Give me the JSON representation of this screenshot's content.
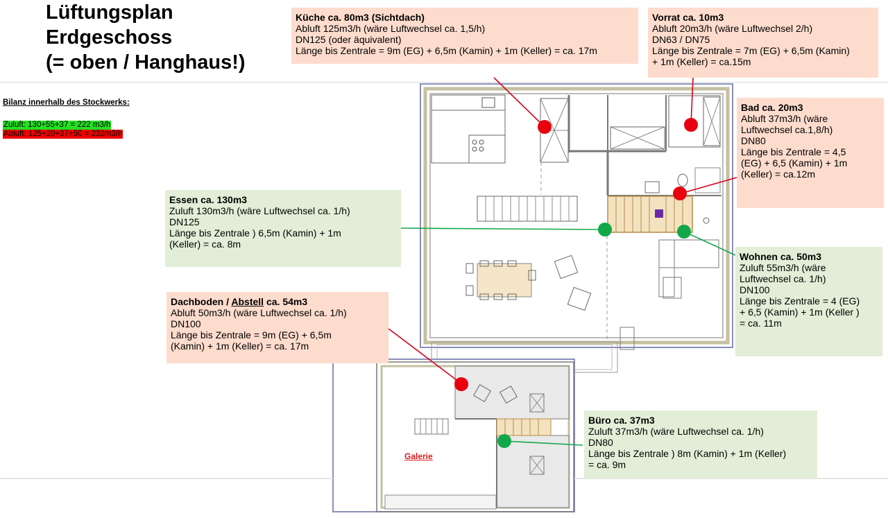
{
  "title": {
    "line1": "Lüftungsplan",
    "line2": "Erdgeschoss",
    "line3": "(= oben / Hanghaus!)"
  },
  "bilanz": {
    "heading": "Bilanz innerhalb des Stockwerks:",
    "zuluft": "Zuluft: 130+55+37 = 222 m3/h",
    "abluft": "Abluft: 125+20+37+50 = 232m3/h"
  },
  "rooms": {
    "kueche": {
      "heading": "Küche ca. 80m3 (Sichtdach)",
      "lines": [
        "Abluft 125m3/h (wäre Luftwechsel ca. 1,5/h)",
        "DN125 (oder äquivalent)",
        "Länge bis Zentrale = 9m (EG) + 6,5m (Kamin) + 1m (Keller) = ca. 17m"
      ]
    },
    "vorrat": {
      "heading": "Vorrat ca. 10m3",
      "lines": [
        "Abluft 20m3/h (wäre Luftwechsel 2/h)",
        "DN63 / DN75",
        "Länge bis Zentrale = 7m (EG) + 6,5m (Kamin)",
        "+ 1m (Keller) = ca.15m"
      ]
    },
    "bad": {
      "heading": "Bad ca. 20m3",
      "lines": [
        "Abluft 37m3/h (wäre",
        "Luftwechsel ca.1,8/h)",
        "DN80",
        "Länge bis Zentrale = 4,5",
        "(EG) + 6,5 (Kamin) + 1m",
        "(Keller) = ca.12m"
      ]
    },
    "essen": {
      "heading": "Essen ca. 130m3",
      "lines": [
        "Zuluft 130m3/h (wäre Luftwechsel ca. 1/h)",
        "DN125",
        "Länge bis Zentrale ) 6,5m (Kamin) + 1m",
        "(Keller) = ca. 8m"
      ]
    },
    "wohnen": {
      "heading": "Wohnen ca. 50m3",
      "lines": [
        "Zuluft 55m3/h (wäre",
        "Luftwechsel ca. 1/h)",
        "DN100",
        "Länge bis Zentrale = 4 (EG)",
        "+ 6,5 (Kamin) + 1m (Keller )",
        "= ca. 11m"
      ]
    },
    "dachboden": {
      "heading_a": "Dachboden / ",
      "heading_b": "Abstell",
      "heading_c": " ca. 54m3",
      "lines": [
        "Abluft 50m3/h (wäre Luftwechsel ca. 1/h)",
        "DN100",
        "Länge bis Zentrale = 9m (EG) + 6,5m",
        "(Kamin) + 1m (Keller) = ca. 17m"
      ]
    },
    "buero": {
      "heading": "Büro ca. 37m3",
      "lines": [
        "Zuluft 37m3/h (wäre Luftwechsel ca. 1/h)",
        "DN80",
        "Länge bis Zentrale ) 8m (Kamin) + 1m (Keller)",
        "= ca. 9m"
      ]
    }
  },
  "plan_labels": {
    "galerie": "Galerie"
  },
  "colors": {
    "abluft": "#e8000f",
    "zuluft": "#12a84a",
    "abluft_box": "#fddccd",
    "zuluft_box": "#e2eed7"
  }
}
